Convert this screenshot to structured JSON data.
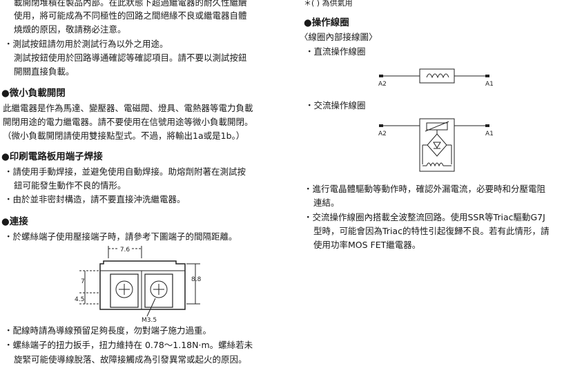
{
  "left": {
    "intro": [
      "載開閉堆積在製品內部。在此狀態下超過繼電器的耐久性繼續",
      "使用，將可能成為不同極性的回路之間絕緣不良或繼電器自體",
      "燒燬的原因，敬請務必注意。"
    ],
    "test_button": [
      "・測試按鈕請勿用於測試行為以外之用途。",
      "測試按鈕使用於回路導通確認等確認項目。請不要以測試按鈕",
      "開關直接負載。"
    ],
    "micro_load": {
      "heading": "●微小負載開閉",
      "lines": [
        "此繼電器是作為馬達、變壓器、電磁閥、燈具、電熱器等電力負載",
        "開閉用途的電力繼電器。請不要使用在信號用途等微小負載開閉。",
        "（微小負載開閉請使用雙接點型式。不過，將輸出1a或是1b。）"
      ]
    },
    "pcb": {
      "heading": "●印刷電路板用端子焊接",
      "lines": [
        "・請使用手動焊接，並避免使用自動焊接。助熔劑附著在測試按",
        "鈕可能發生動作不良的情形。",
        "・由於並非密封構造，請不要直接沖洗繼電器。"
      ]
    },
    "connection": {
      "heading": "●連接",
      "lines": [
        "・於螺絲端子使用壓接端子時，請參考下圖端子的間隔距離。"
      ],
      "figure": {
        "dim_pitch": "7.6",
        "dim_7": "7",
        "dim_4_5": "4.5",
        "dim_8_8": "8.8",
        "screw": "M3.5"
      },
      "notes": [
        "・配線時請為導線預留足夠長度，勿對端子施力過重。",
        "・螺絲端子的扭力扳手，扭力維持在 0.78～1.18N·m。螺絲若未",
        "旋緊可能使導線脫落、故障接觸成為引發異常或起火的原因。"
      ]
    }
  },
  "right": {
    "footnote": "＊(   ) 為供氣用",
    "coil": {
      "heading": "●操作線圈",
      "subheading": "〈線圈內部接線圖〉",
      "dc_label": "・直流操作線圈",
      "ac_label": "・交流操作線圈",
      "terminal_a2": "A2",
      "terminal_a1": "A1",
      "notes": [
        "・進行電晶體驅動等動作時，確認外漏電流，必要時和分壓電阻",
        "連結。",
        "・交流操作線圈內搭載全波整流回路。使用SSR等Triac驅動G7J",
        "型時，可能會因為Triac的特性引起復歸不良。若有此情形，請",
        "使用功率MOS FET繼電器。"
      ]
    }
  }
}
